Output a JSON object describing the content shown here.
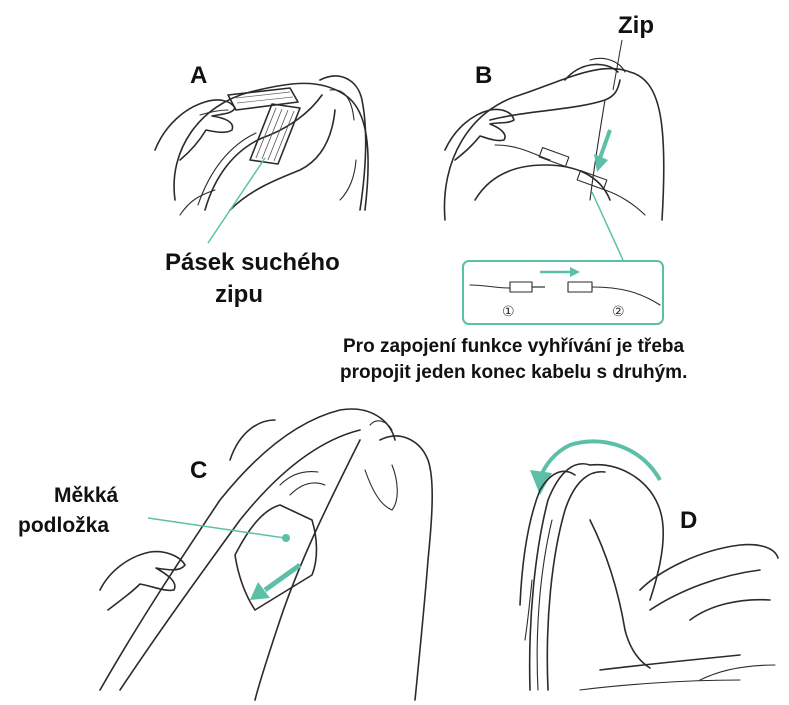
{
  "panels": {
    "a": {
      "letter": "A",
      "callout_line1": "Pásek suchého",
      "callout_line2": "zipu"
    },
    "b": {
      "letter": "B",
      "zip_label": "Zip",
      "inset_num1": "①",
      "inset_num2": "②",
      "caption_line1": "Pro zapojení funkce vyhřívání je třeba",
      "caption_line2": "propojit jeden konec kabelu s druhým."
    },
    "c": {
      "letter": "C",
      "callout_line1": "Měkká",
      "callout_line2": "podložka"
    },
    "d": {
      "letter": "D"
    }
  },
  "colors": {
    "accent": "#5cbfa7",
    "ink": "#2b2b2b"
  }
}
